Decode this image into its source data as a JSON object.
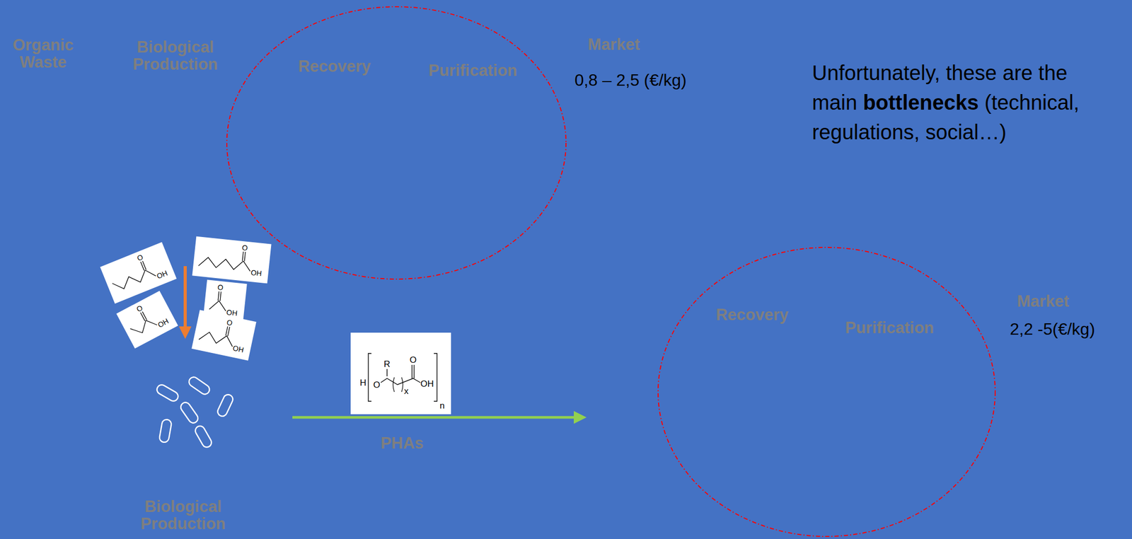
{
  "diagram": {
    "nodes": [
      {
        "text": [
          "Recovery",
          "Purification"
        ]
      },
      {
        "text": [
          "Recovery",
          "Purification"
        ]
      }
    ],
    "labels": [
      "Organic Waste",
      "Biological Production",
      "Market",
      "0,8 – 2,5 (€/kg)",
      "Unfortunately, these are the main",
      "bottlenecks",
      "(technical, regulations, social…)",
      "PHAs",
      "Biological Production",
      "Market",
      "2,2 -5(€/kg)",
      "O",
      "OH",
      "O",
      "OH",
      "O",
      "OH",
      "O",
      "OH",
      "O",
      "OH",
      "H",
      "O",
      "R",
      "O",
      "x",
      "OH",
      "n"
    ]
  }
}
